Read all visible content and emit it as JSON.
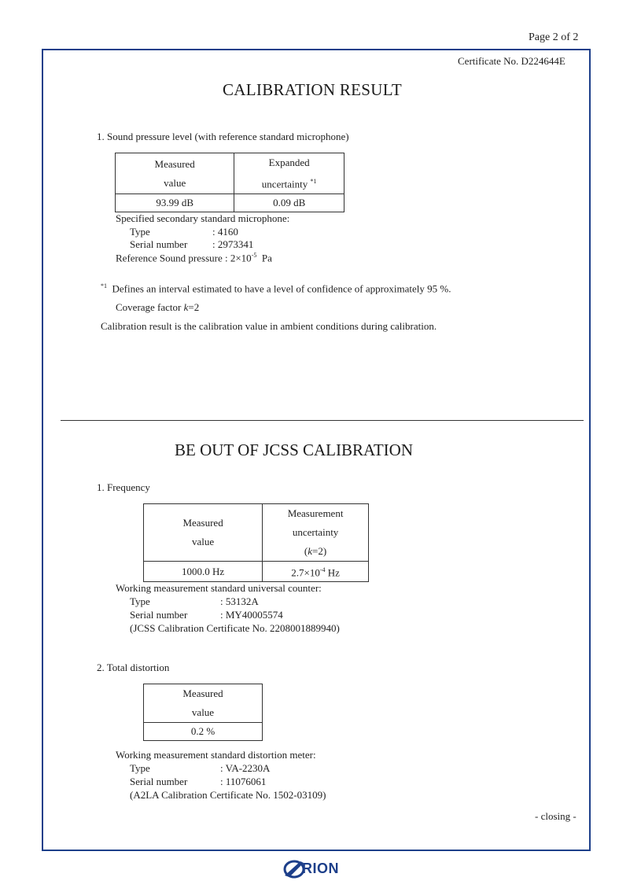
{
  "page_label": "Page 2 of 2",
  "certificate_no": "Certificate No. D224644E",
  "section1": {
    "title": "CALIBRATION RESULT",
    "item_title": "1. Sound pressure level (with reference standard microphone)",
    "table": {
      "col1_header_line1": "Measured",
      "col1_header_line2": "value",
      "col2_header_line1": "Expanded",
      "col2_header_line2": "uncertainty",
      "col2_header_sup": "*1",
      "col1_value": "93.99 dB",
      "col2_value": "0.09 dB"
    },
    "mic_heading": "Specified secondary standard microphone:",
    "type_label": "Type",
    "type_value": ": 4160",
    "serial_label": "Serial number",
    "serial_value": ": 2973341",
    "ref_pressure_label": "Reference Sound pressure",
    "ref_pressure_value": ": 2×10",
    "ref_pressure_exp": "-5",
    "ref_pressure_unit": "Pa",
    "footnote_mark": "*1",
    "footnote_text": "Defines an interval estimated to have a level of confidence of approximately 95 %.",
    "coverage_prefix": "Coverage factor ",
    "coverage_k": "k",
    "coverage_suffix": "=2",
    "ambient_note": "Calibration result is the calibration value in ambient conditions during calibration."
  },
  "section2": {
    "title": "BE OUT OF JCSS CALIBRATION",
    "frequency": {
      "item_title": "1. Frequency",
      "col1_header_line1": "Measured",
      "col1_header_line2": "value",
      "col2_header_line1": "Measurement",
      "col2_header_line2": "uncertainty",
      "col2_header_open": "(",
      "col2_header_k": "k",
      "col2_header_close": "=2)",
      "col1_value": "1000.0 Hz",
      "col2_value_base": "2.7×10",
      "col2_value_exp": "-4",
      "col2_value_unit": " Hz",
      "standard_heading": "Working measurement standard universal counter:",
      "type_label": "Type",
      "type_value": ": 53132A",
      "serial_label": "Serial number",
      "serial_value": ": MY40005574",
      "certificate_note": "(JCSS Calibration Certificate No. 2208001889940)"
    },
    "distortion": {
      "item_title": "2. Total distortion",
      "header_line1": "Measured",
      "header_line2": "value",
      "value": "0.2 %",
      "standard_heading": "Working measurement standard distortion meter:",
      "type_label": "Type",
      "type_value": ": VA-2230A",
      "serial_label": "Serial number",
      "serial_value": ": 11076061",
      "certificate_note": "(A2LA Calibration Certificate No. 1502-03109)"
    }
  },
  "closing": "- closing -",
  "logo": {
    "text": "RION",
    "icon": "rion-logo-swoosh",
    "color": "#1d3f8a"
  }
}
